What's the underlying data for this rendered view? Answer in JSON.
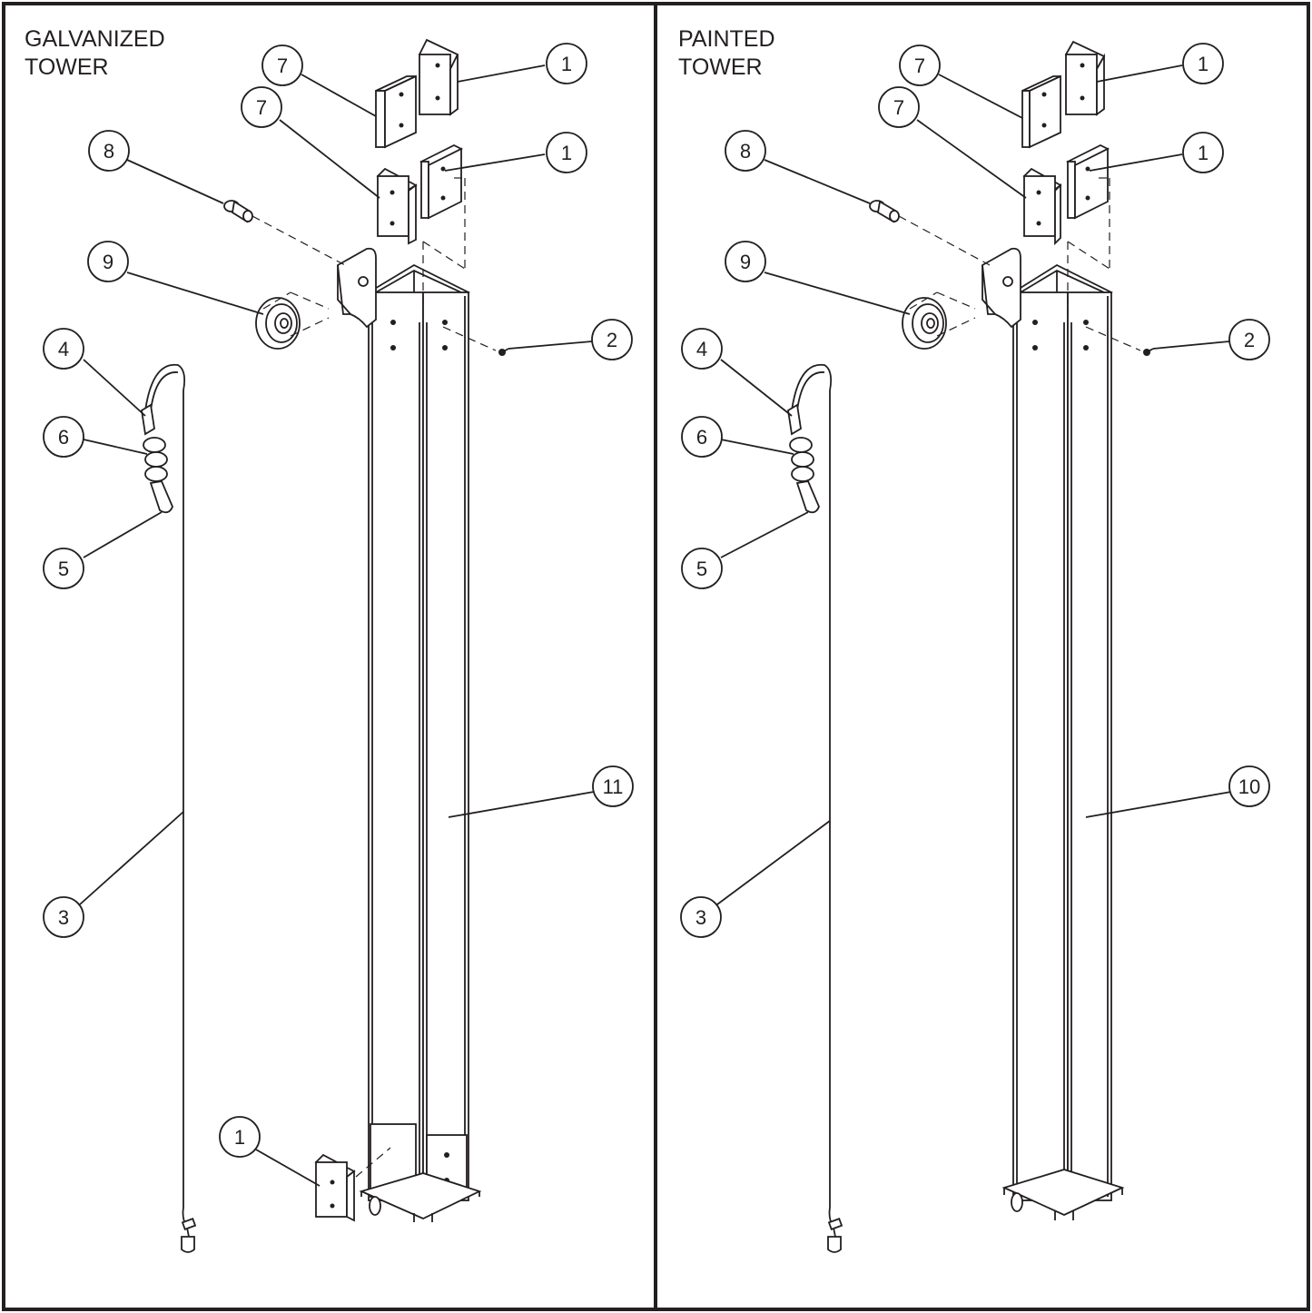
{
  "panels": [
    {
      "title": "GALVANIZED\nTOWER",
      "callouts": [
        {
          "label": "7"
        },
        {
          "label": "1"
        },
        {
          "label": "7"
        },
        {
          "label": "8"
        },
        {
          "label": "1"
        },
        {
          "label": "9"
        },
        {
          "label": "4"
        },
        {
          "label": "2"
        },
        {
          "label": "6"
        },
        {
          "label": "5"
        },
        {
          "label": "11"
        },
        {
          "label": "3"
        },
        {
          "label": "1"
        }
      ]
    },
    {
      "title": "PAINTED\nTOWER",
      "callouts": [
        {
          "label": "7"
        },
        {
          "label": "1"
        },
        {
          "label": "7"
        },
        {
          "label": "8"
        },
        {
          "label": "1"
        },
        {
          "label": "9"
        },
        {
          "label": "4"
        },
        {
          "label": "2"
        },
        {
          "label": "6"
        },
        {
          "label": "5"
        },
        {
          "label": "10"
        },
        {
          "label": "3"
        }
      ]
    }
  ]
}
